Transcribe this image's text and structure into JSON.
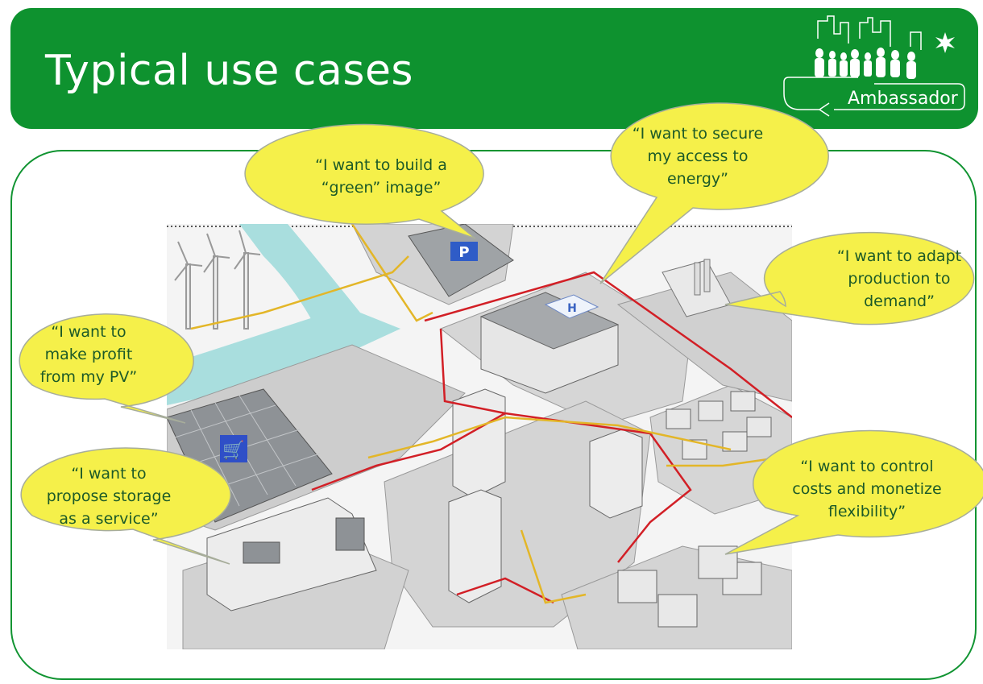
{
  "slide": {
    "title": "Typical use cases",
    "logo_text": "Ambassador",
    "colors": {
      "header_green": "#0e922f",
      "bubble_fill": "#f5f04a",
      "bubble_text": "#1c5a28",
      "power_red": "#d21f26",
      "power_yellow": "#e3b628"
    }
  },
  "bubbles": {
    "green_image": [
      "“I want to build a",
      "“green” image”"
    ],
    "secure_energy": [
      "“I want to secure",
      "my access to",
      "energy”"
    ],
    "adapt_production": [
      "“I want to adapt",
      "production to",
      "demand”"
    ],
    "profit_pv": [
      "“I want to",
      "make profit",
      "from my PV”"
    ],
    "storage_service": [
      "“I want to",
      "propose storage",
      "as a service”"
    ],
    "control_costs": [
      "“I want to control",
      "costs and monetize",
      "flexibility”"
    ]
  },
  "icons": {
    "parking": "P",
    "hospital": "H",
    "shop": "shopping-cart-icon"
  }
}
